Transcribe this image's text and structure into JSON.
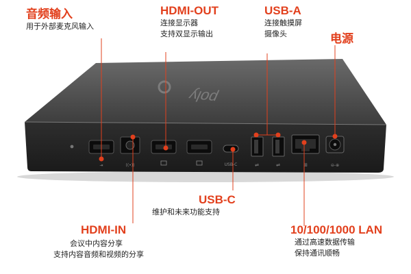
{
  "accent_color": "#e2401d",
  "device": {
    "logo": "poly",
    "port_legends": {
      "usb_c": "USB-C"
    }
  },
  "callouts": {
    "audio_in": {
      "title": "音频输入",
      "lines": [
        "用于外部麦克风输入"
      ]
    },
    "hdmi_out": {
      "title": "HDMI-OUT",
      "lines": [
        "连接显示器",
        "支持双显示输出"
      ]
    },
    "usb_a": {
      "title": "USB-A",
      "lines": [
        "连接触摸屏",
        "摄像头"
      ]
    },
    "power": {
      "title": "电源",
      "lines": []
    },
    "usb_c": {
      "title": "USB-C",
      "lines": [
        "维护和未来功能支持"
      ]
    },
    "hdmi_in": {
      "title": "HDMI-IN",
      "lines": [
        "会议中内容分享",
        "支持内容音频和视频的分享"
      ]
    },
    "lan": {
      "title": "10/100/1000 LAN",
      "lines": [
        "通过高速数据传输",
        "保持通讯顺畅"
      ]
    }
  },
  "icons": [
    "audio-jack-icon",
    "hdmi-port-icon",
    "usb-a-port-icon",
    "ethernet-port-icon",
    "power-port-icon"
  ]
}
